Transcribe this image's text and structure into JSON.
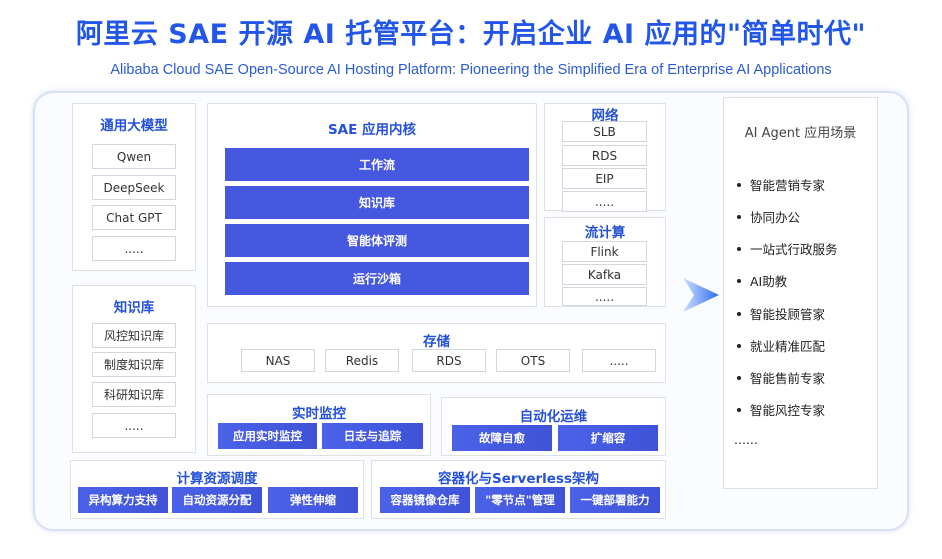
{
  "title_cn": "阿里云 SAE 开源 AI 托管平台：开启企业 AI 应用的\"简单时代\"",
  "title_en": "Alibaba Cloud SAE Open-Source AI Hosting Platform: Pioneering the Simplified Era of Enterprise AI Applications",
  "models": {
    "title": "通用大模型",
    "items": [
      "Qwen",
      "DeepSeek",
      "Chat GPT",
      "....."
    ]
  },
  "knowledge": {
    "title": "知识库",
    "items": [
      "风控知识库",
      "制度知识库",
      "科研知识库",
      "....."
    ]
  },
  "core": {
    "title": "SAE 应用内核",
    "bars": [
      "工作流",
      "知识库",
      "智能体评测",
      "运行沙箱"
    ]
  },
  "network": {
    "title": "网络",
    "items": [
      "SLB",
      "RDS",
      "EIP",
      "....."
    ]
  },
  "stream": {
    "title": "流计算",
    "items": [
      "Flink",
      "Kafka",
      "....."
    ]
  },
  "storage": {
    "title": "存储",
    "items": [
      "NAS",
      "Redis",
      "RDS",
      "OTS",
      "....."
    ]
  },
  "monitor": {
    "title": "实时监控",
    "bars": [
      "应用实时监控",
      "日志与追踪"
    ]
  },
  "ops": {
    "title": "自动化运维",
    "bars": [
      "故障自愈",
      "扩缩容"
    ]
  },
  "compute": {
    "title": "计算资源调度",
    "bars": [
      "异构算力支持",
      "自动资源分配",
      "弹性伸缩"
    ]
  },
  "container": {
    "title": "容器化与Serverless架构",
    "bars": [
      "容器镜像仓库",
      "\"零节点\"管理",
      "一键部署能力"
    ]
  },
  "agent": {
    "title": "AI Agent 应用场景",
    "items": [
      "智能营销专家",
      "协同办公",
      "一站式行政服务",
      "AI助教",
      "智能投顾管家",
      "就业精准匹配",
      "智能售前专家",
      "智能风控专家"
    ],
    "more": "......"
  },
  "colors": {
    "accent": "#2156e8",
    "bar": "#4658df"
  }
}
